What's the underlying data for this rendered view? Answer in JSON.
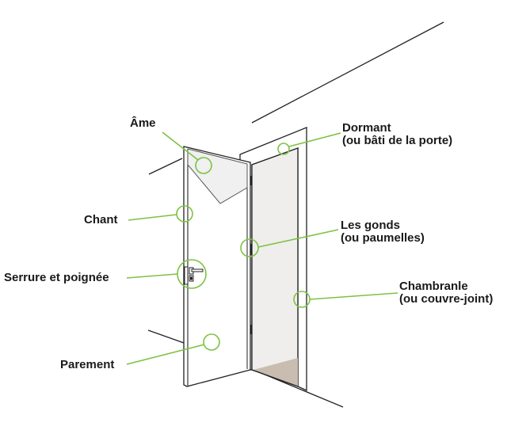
{
  "colors": {
    "accent": "#7dc242",
    "line": "#222222",
    "opening": "#efeeec",
    "floor": "#c8bdb0",
    "core": "#f0f0f0"
  },
  "labels": {
    "ame": "Âme",
    "dormant": {
      "line1": "Dormant",
      "line2": "(ou bâti de la porte)"
    },
    "chant": "Chant",
    "gonds": {
      "line1": "Les gonds",
      "line2": "(ou paumelles)"
    },
    "serrure": "Serrure et poignée",
    "chambranle": {
      "line1": "Chambranle",
      "line2": "(ou couvre-joint)"
    },
    "parement": "Parement"
  }
}
